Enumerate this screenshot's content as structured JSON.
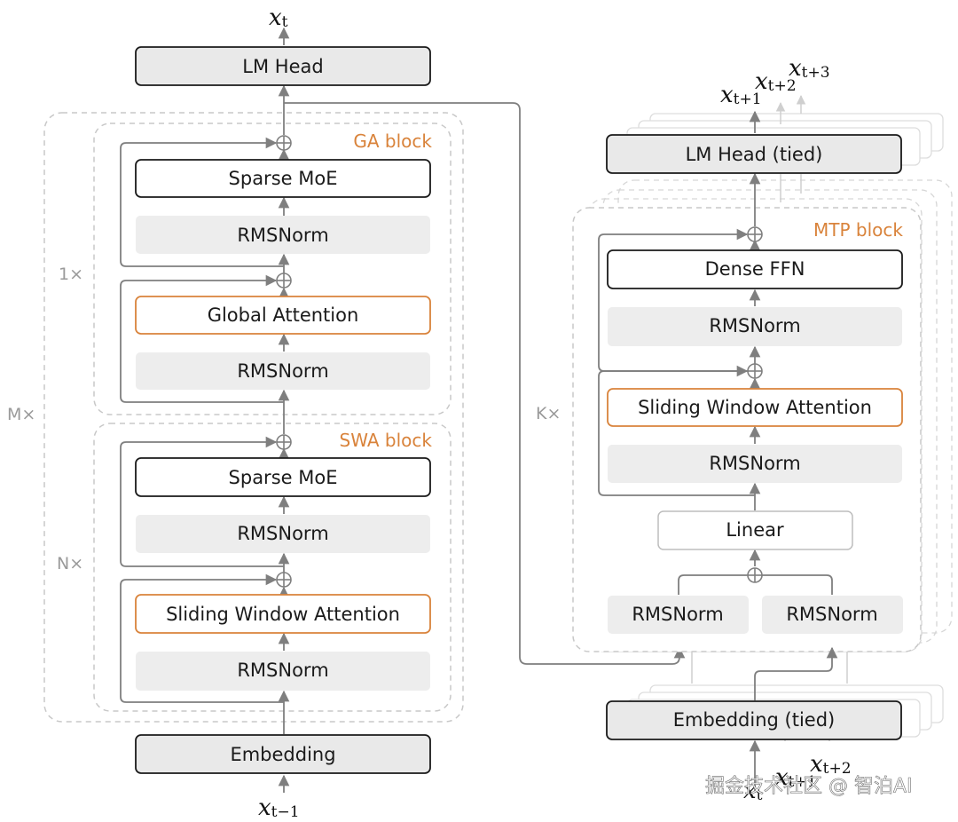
{
  "left": {
    "output": {
      "var": "x",
      "sub": "t"
    },
    "input": {
      "var": "x",
      "sub": "t−1"
    },
    "lm_head": "LM Head",
    "embedding": "Embedding",
    "outer_multiplier": "M×",
    "ga": {
      "label": "GA block",
      "multiplier": "1×",
      "moe": "Sparse MoE",
      "norm_top": "RMSNorm",
      "attention": "Global Attention",
      "norm_bottom": "RMSNorm"
    },
    "swa": {
      "label": "SWA block",
      "multiplier": "N×",
      "moe": "Sparse MoE",
      "norm_top": "RMSNorm",
      "attention": "Sliding Window Attention",
      "norm_bottom": "RMSNorm"
    }
  },
  "right": {
    "outputs": [
      {
        "var": "x",
        "sub": "t+1"
      },
      {
        "var": "x",
        "sub": "t+2"
      },
      {
        "var": "x",
        "sub": "t+3"
      }
    ],
    "inputs": [
      {
        "var": "x",
        "sub": "t"
      },
      {
        "var": "x",
        "sub": "t+1"
      },
      {
        "var": "x",
        "sub": "t+2"
      }
    ],
    "lm_head": "LM Head (tied)",
    "embedding": "Embedding (tied)",
    "mtp": {
      "label": "MTP block",
      "multiplier": "K×",
      "ffn": "Dense FFN",
      "norm_ffn": "RMSNorm",
      "attention": "Sliding Window Attention",
      "norm_attn": "RMSNorm",
      "linear": "Linear",
      "norm_left": "RMSNorm",
      "norm_right": "RMSNorm"
    }
  },
  "watermark": "掘金技术社区 @ 智泊AI",
  "colors": {
    "accent_orange": "#d9833b",
    "arrow_gray": "#7f7f7f",
    "dashed_border": "#c8c8c8",
    "norm_fill": "#ededed",
    "head_fill": "#e9e9e9"
  }
}
